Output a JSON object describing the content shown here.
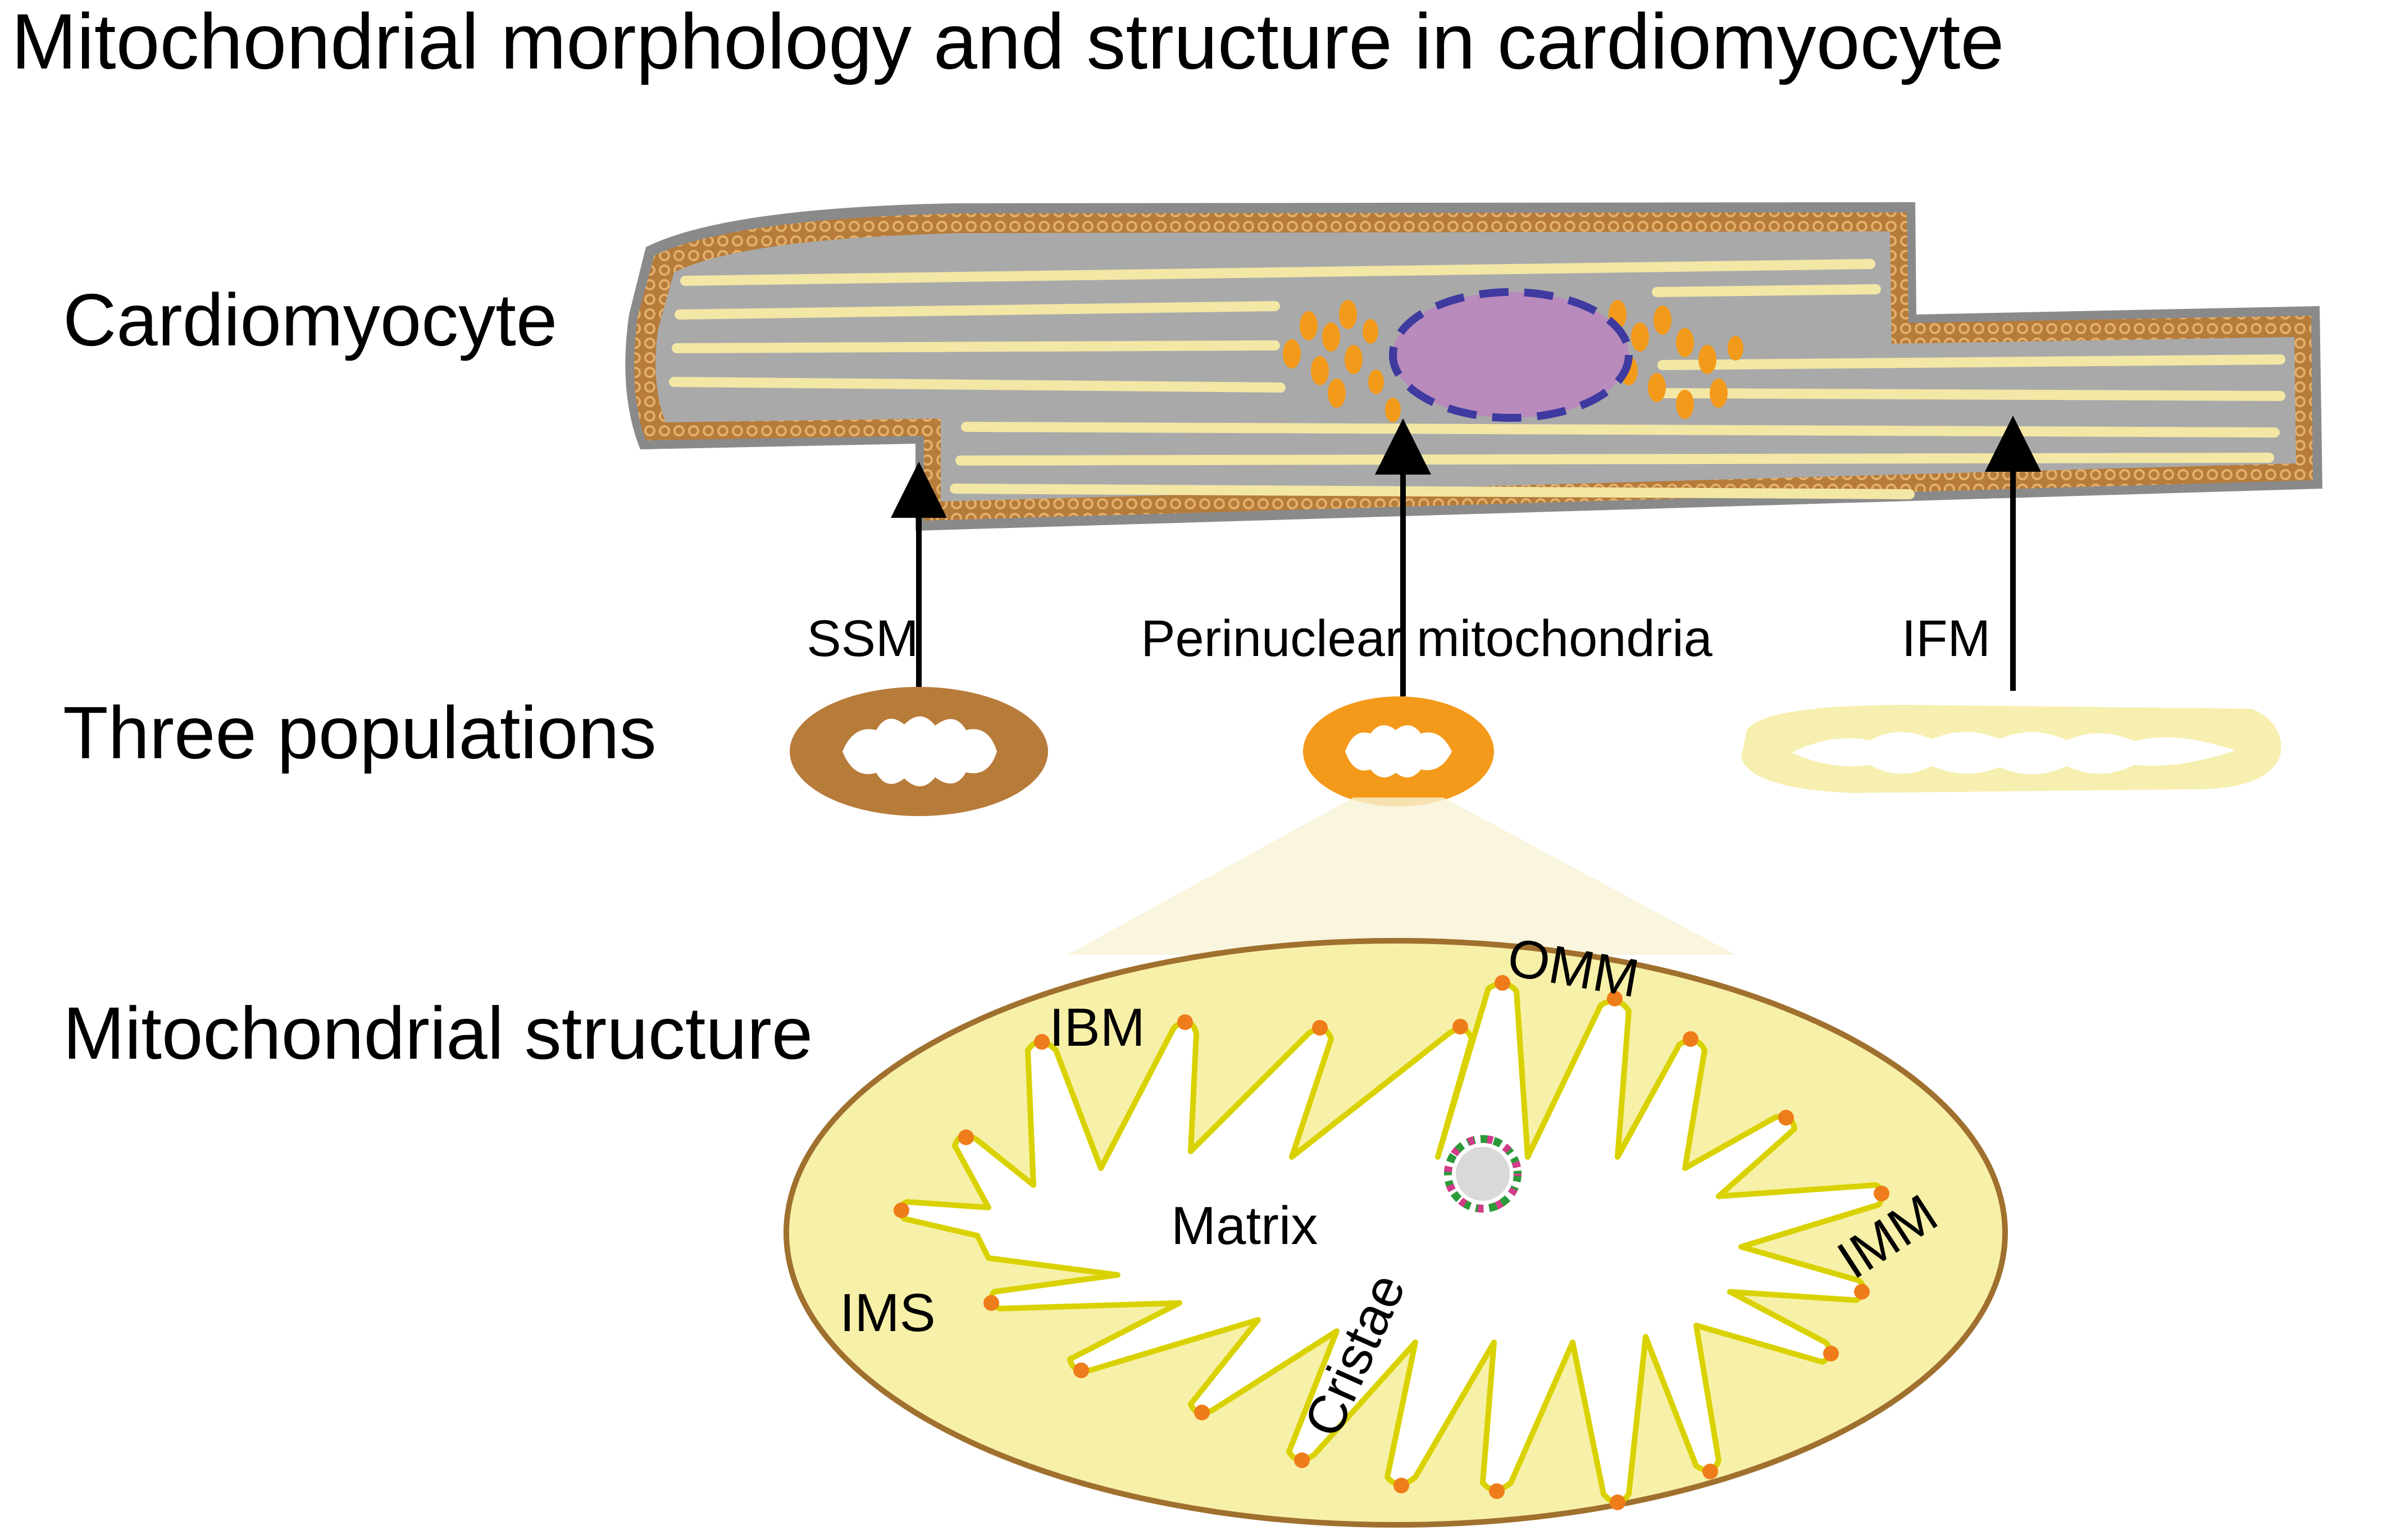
{
  "title": "Mitochondrial morphology and structure in cardiomyocyte",
  "rows": {
    "cell": "Cardiomyocyte",
    "populations": "Three populations",
    "structure": "Mitochondrial structure"
  },
  "populations": {
    "ssm": "SSM",
    "perinuclear": "Perinuclear mitochondria",
    "ifm": "IFM"
  },
  "structure_labels": {
    "omm": "OMM",
    "ibm": "IBM",
    "matrix": "Matrix",
    "imm": "IMM",
    "ims": "IMS",
    "cristae": "Cristae"
  },
  "colors": {
    "cell_fill": "#a9a9a9",
    "cell_border": "#8a8a8a",
    "ssm": "#b77b3a",
    "perinuclear": "#f39a1a",
    "ifm": "#f6efb0",
    "nucleus": "#b98bbd",
    "nucleus_border": "#3f3aa0",
    "myofibril": "#f3e7a6",
    "mito_body": "#f7f0a8",
    "mito_outline": "#a0702e",
    "imm": "#d9d200",
    "cristae_tip": "#ef7c1a"
  }
}
